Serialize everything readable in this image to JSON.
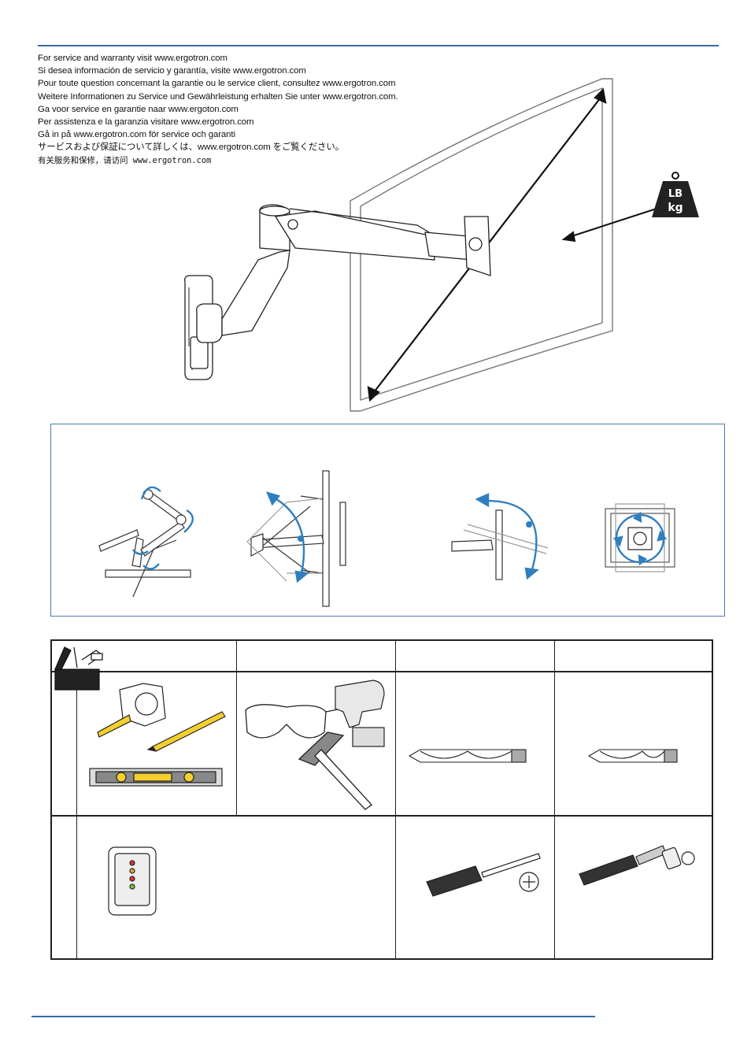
{
  "service": {
    "lines": [
      "For service and warranty visit www.ergotron.com",
      "Si desea información de servicio y garantía, visite www.ergotron.com",
      "Pour toute question concernant la garantie ou le service client, consultez www.ergotron.com",
      "Weitere Informationen zu Service und Gewährleistung erhalten Sie unter www.ergotron.com.",
      "Ga voor service en garantie naar www.ergoton.com",
      "Per assistenza e la garanzia visitare www.ergotron.com",
      "Gå in på www.ergotron.com för service och garanti",
      "サービスおよび保証について詳しくは、www.ergotron.com をご覧ください。",
      "有关服务和保修，请访问 www.ergotron.com"
    ]
  },
  "weight_badge": {
    "line1": "LB",
    "line2": "kg",
    "icon": "weight-icon"
  },
  "adjustments": {
    "panels": [
      {
        "name": "lift-extend",
        "icon": "arm-lift-icon"
      },
      {
        "name": "tilt",
        "icon": "tilt-icon"
      },
      {
        "name": "pan",
        "icon": "pan-icon"
      },
      {
        "name": "rotate",
        "icon": "rotate-icon"
      }
    ]
  },
  "tools": {
    "header_icon": "toolbox-icon",
    "row1": [
      "tape-measure-icon",
      "pencil-icon",
      "level-icon",
      "safety-glasses-icon",
      "drill-icon",
      "hammer-icon",
      "drill-bit-long-icon",
      "drill-bit-short-icon"
    ],
    "row2": [
      "stud-finder-icon",
      "phillips-screwdriver-icon",
      "socket-wrench-icon"
    ]
  },
  "colors": {
    "accent": "#3a6aa6",
    "arrow_blue": "#2f7fc0"
  }
}
